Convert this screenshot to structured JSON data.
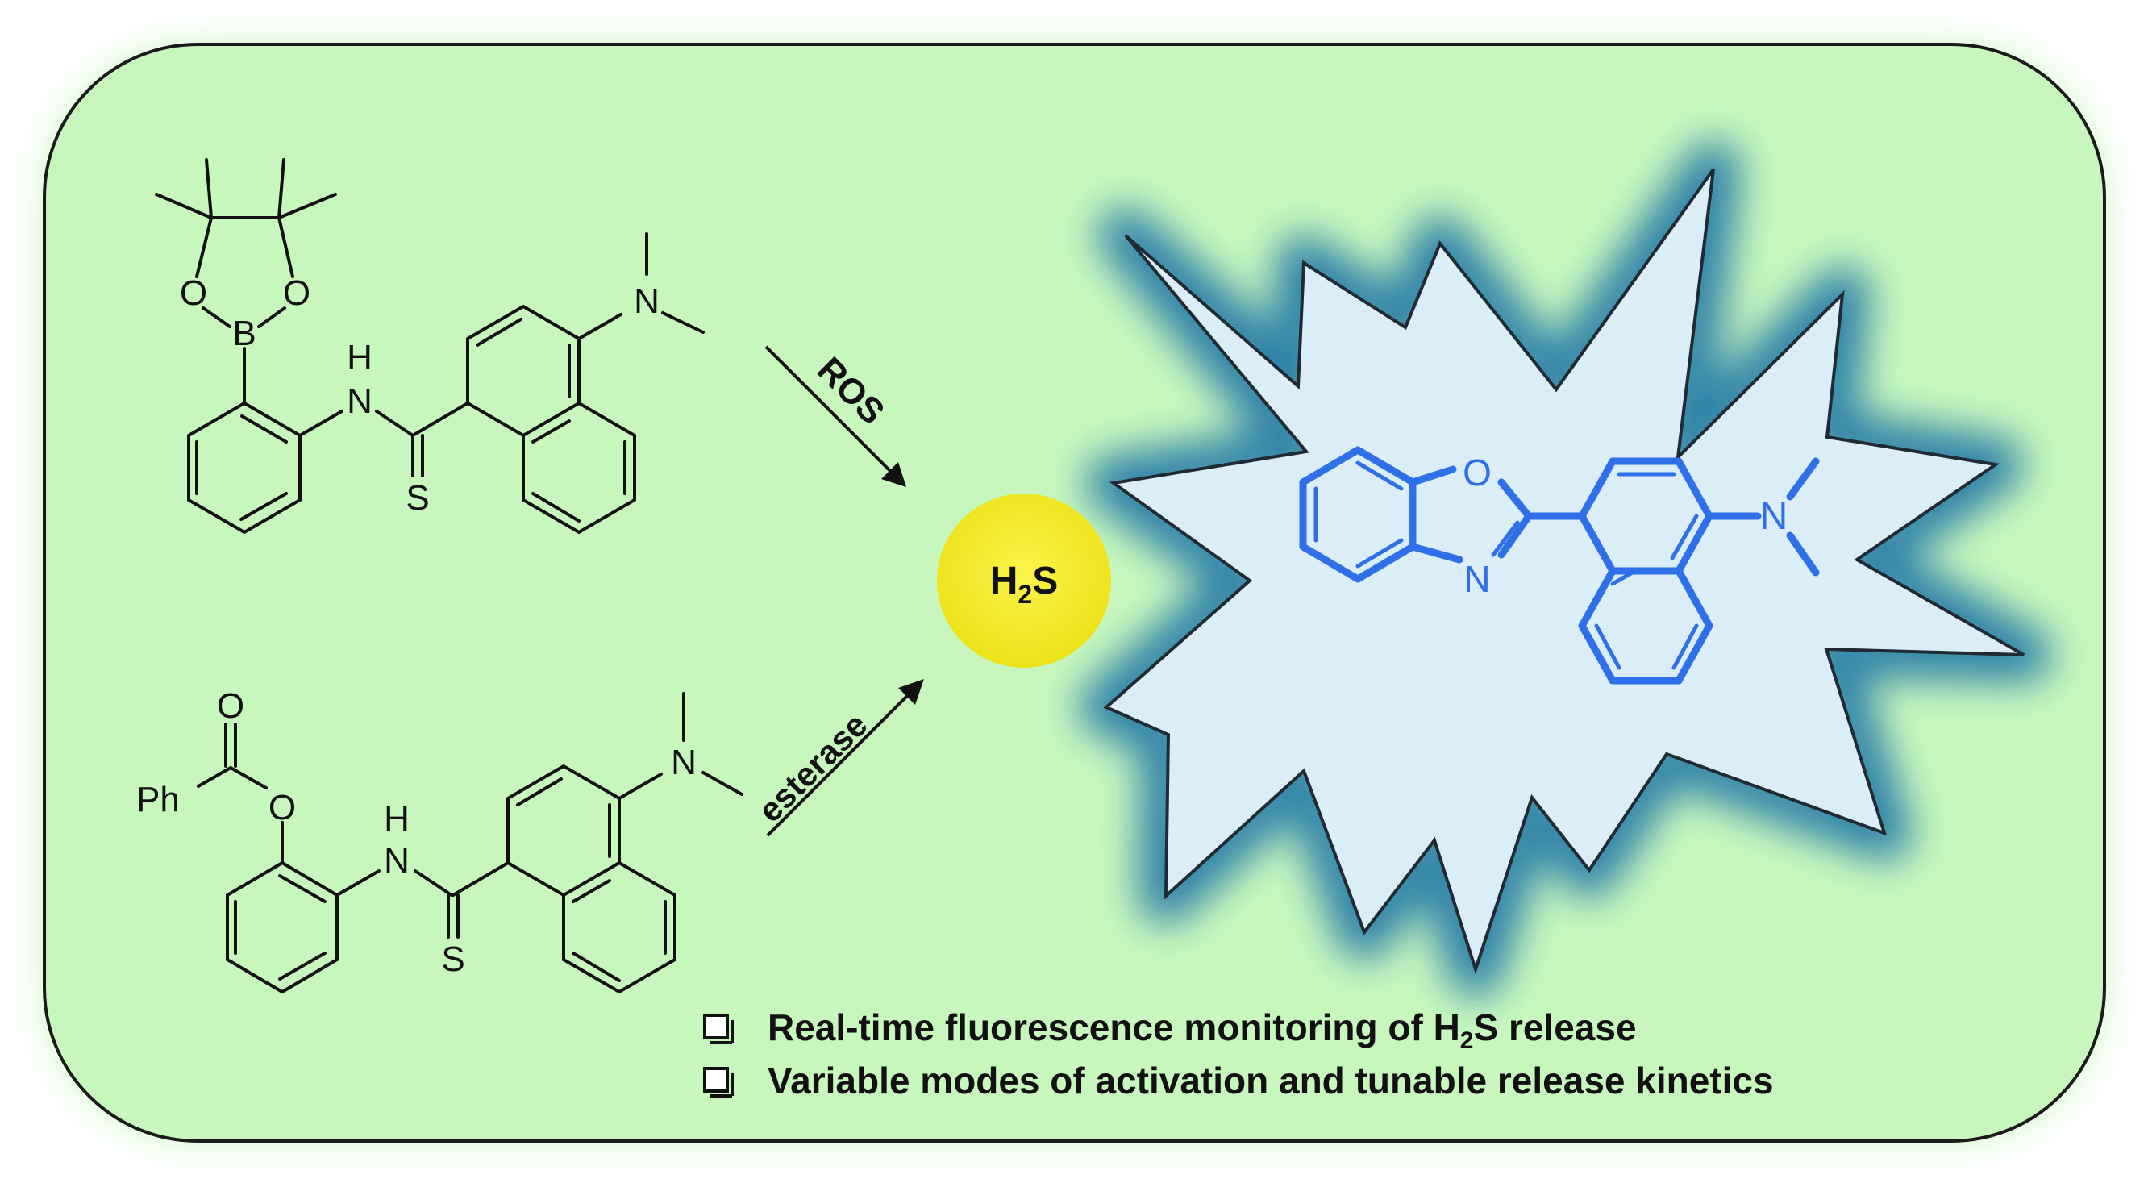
{
  "colors": {
    "panel_fill": "#c8f7be",
    "panel_border": "#1a1a1a",
    "glow": "#2b7fa8",
    "starburst_fill": "#dbeef8",
    "product_blue": "#2f6fe8",
    "h2s_circle": "#f3e91f"
  },
  "reactant_boronate": {
    "atoms": {
      "o_left": "O",
      "o_right": "O",
      "b": "B",
      "nh_h": "H",
      "nh_n": "N",
      "s": "S",
      "n_amine": "N"
    }
  },
  "reactant_ester": {
    "atoms": {
      "carbonyl_o": "O",
      "ph": "Ph",
      "ester_o": "O",
      "nh_h": "H",
      "nh_n": "N",
      "s": "S",
      "n_amine": "N"
    }
  },
  "arrows": {
    "top_label": "ROS",
    "bottom_label": "esterase"
  },
  "h2s": {
    "main": "H",
    "sub": "2",
    "tail": "S"
  },
  "product": {
    "atoms": {
      "o": "O",
      "n_ring": "N",
      "n_amine": "N"
    }
  },
  "bullets": [
    {
      "icon": "checkbox-icon",
      "text": "Real-time fluorescence monitoring of H",
      "sub": "2",
      "tail": "S release"
    },
    {
      "icon": "checkbox-icon",
      "text": "Variable modes of activation and tunable release kinetics",
      "sub": "",
      "tail": ""
    }
  ]
}
